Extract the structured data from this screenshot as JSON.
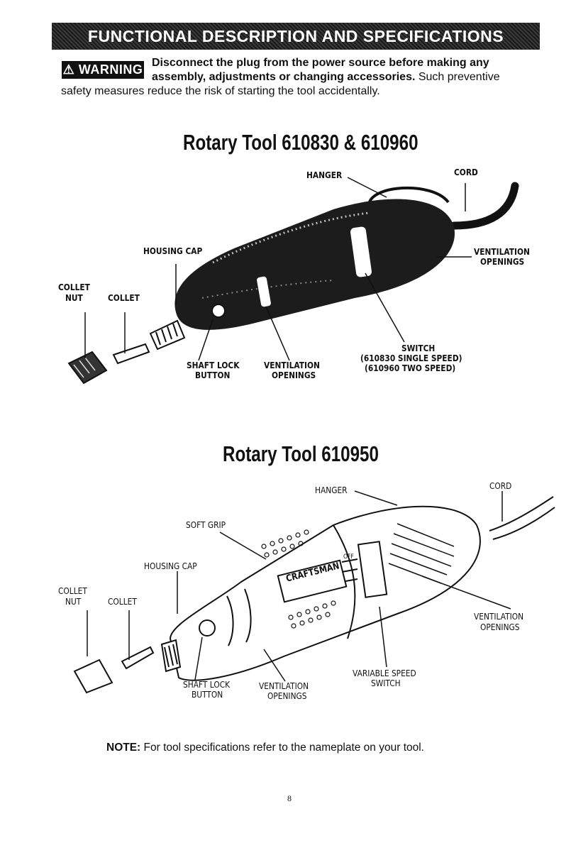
{
  "header": {
    "title": "FUNCTIONAL DESCRIPTION AND SPECIFICATIONS"
  },
  "warning": {
    "badge": "WARNING",
    "line1": "Disconnect the plug from the power source before making any",
    "line2_bold": "assembly, adjustments or changing accessories.",
    "line2_rest": " Such preventive",
    "line3": "safety measures reduce the risk of starting the tool accidentally."
  },
  "diagram1": {
    "title": "Rotary Tool 610830 & 610960",
    "labels": {
      "hanger": "HANGER",
      "cord": "CORD",
      "housing_cap": "HOUSING CAP",
      "ventilation_right_1": "VENTILATION",
      "ventilation_right_2": "OPENINGS",
      "collet_nut_1": "COLLET",
      "collet_nut_2": "NUT",
      "collet": "COLLET",
      "switch_1": "SWITCH",
      "switch_2": "(610830 SINGLE SPEED)",
      "switch_3": "(610960 TWO SPEED)",
      "shaft_lock_1": "SHAFT LOCK",
      "shaft_lock_2": "BUTTON",
      "ventilation_bottom_1": "VENTILATION",
      "ventilation_bottom_2": "OPENINGS"
    }
  },
  "diagram2": {
    "title": "Rotary Tool 610950",
    "labels": {
      "hanger": "HANGER",
      "cord": "CORD",
      "soft_grip": "SOFT GRIP",
      "housing_cap": "HOUSING CAP",
      "collet_nut_1": "COLLET",
      "collet_nut_2": "NUT",
      "collet": "COLLET",
      "ventilation_right_1": "VENTILATION",
      "ventilation_right_2": "OPENINGS",
      "variable_speed_1": "VARIABLE SPEED",
      "variable_speed_2": "SWITCH",
      "shaft_lock_1": "SHAFT LOCK",
      "shaft_lock_2": "BUTTON",
      "ventilation_bottom_1": "VENTILATION",
      "ventilation_bottom_2": "OPENINGS",
      "brand": "CRAFTSMAN",
      "switch_off": "OFF"
    }
  },
  "note": {
    "label": "NOTE:",
    "text": " For tool specifications refer to the nameplate on your tool."
  },
  "page_number": "8"
}
